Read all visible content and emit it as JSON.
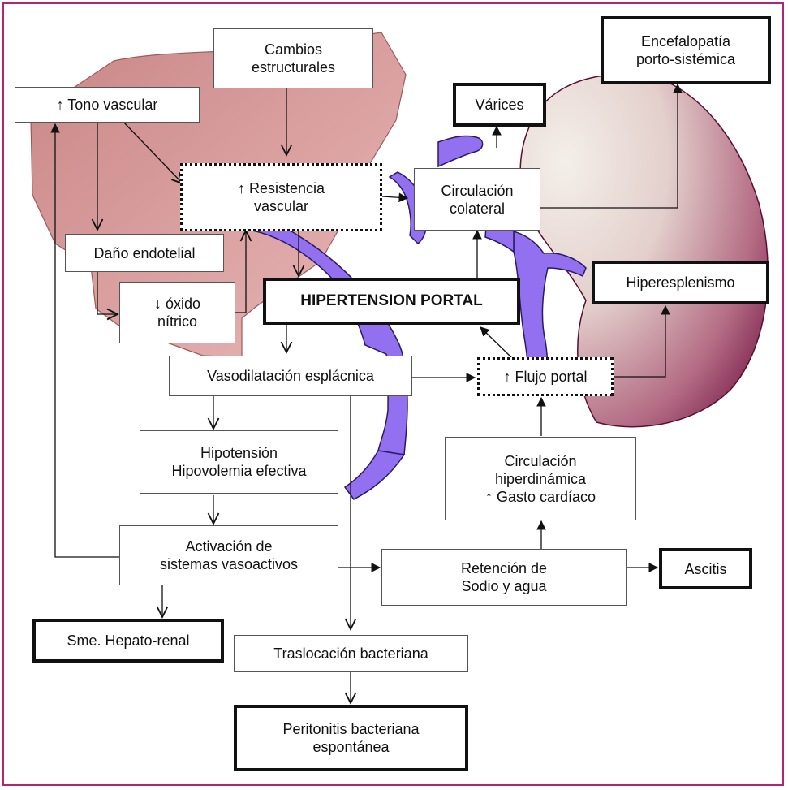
{
  "colors": {
    "frame": "#b0247a",
    "liver": "#d9a0a0",
    "spleen_light": "#ece4dc",
    "spleen_dark": "#7a1a48",
    "vessels": "#9370f0"
  },
  "nodes": {
    "cambios": "Cambios\nestructurales",
    "tono": "↑ Tono vascular",
    "encefalopatia": "Encefalopatía\nporto-sistémica",
    "varices": "Várices",
    "resistencia": "↑ Resistencia\nvascular",
    "circ_colateral": "Circulación\ncolateral",
    "dano": "Daño endotelial",
    "oxido": "↓ óxido\nnítrico",
    "hipertension": "HIPERTENSION PORTAL",
    "hiperesplenismo": "Hiperesplenismo",
    "vasodilatacion": "Vasodilatación esplácnica",
    "flujo": "↑ Flujo portal",
    "hipotension": "Hipotensión\nHipovolemia efectiva",
    "hiperdinamica": "Circulación\nhiperdinámica\n↑ Gasto cardíaco",
    "activacion": "Activación de\nsistemas vasoactivos",
    "retencion": "Retención de\nSodio y agua",
    "ascitis": "Ascitis",
    "hepatorenal": "Sme. Hepato-renal",
    "traslocacion": "Traslocación bacteriana",
    "peritonitis": "Peritonitis bacteriana\nespontánea"
  }
}
